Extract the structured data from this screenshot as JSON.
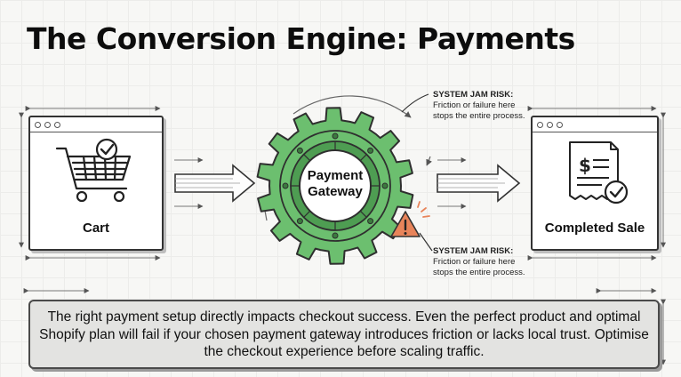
{
  "title": "The Conversion Engine: Payments",
  "nodes": {
    "cart": "Cart",
    "gateway_line1": "Payment",
    "gateway_line2": "Gateway",
    "sale": "Completed Sale"
  },
  "risks": [
    {
      "title": "SYSTEM JAM RISK:",
      "line1": "Friction or failure here",
      "line2": "stops the entire process."
    },
    {
      "title": "SYSTEM JAM RISK:",
      "line1": "Friction or failure here",
      "line2": "stops the entire process."
    }
  ],
  "note": "The right payment setup directly impacts checkout success. Even the perfect product and optimal Shopify plan will fail if your chosen payment gateway introduces friction or lacks local trust. Optimise the checkout experience before scaling traffic.",
  "colors": {
    "gear": "#6cbf6f",
    "gear_dark": "#4e9d52",
    "warning": "#e8845a",
    "note_bg": "#e3e3e1"
  },
  "icons": [
    "shopping-cart-icon",
    "checkmark-icon",
    "gear-icon",
    "warning-icon",
    "receipt-icon",
    "dollar-icon",
    "arrow-right-icon"
  ]
}
